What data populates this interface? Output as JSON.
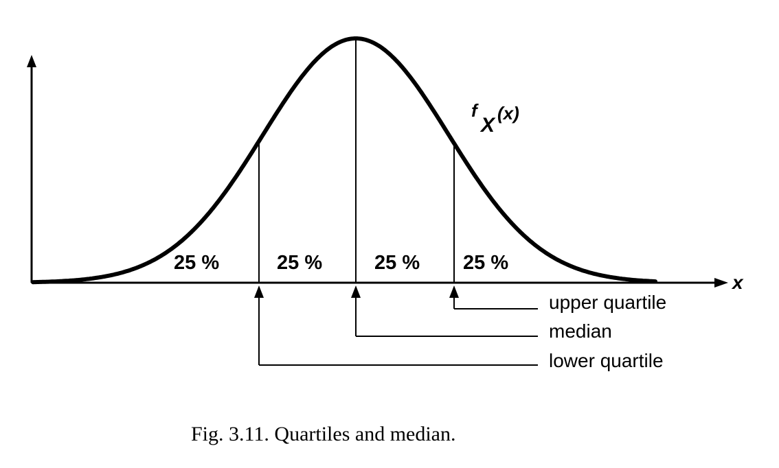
{
  "diagram": {
    "curve_label_f": "f",
    "curve_label_sub": "X",
    "curve_label_arg": "(x)",
    "x_axis_label": "x",
    "regions": [
      "25 %",
      "25 %",
      "25 %",
      "25 %"
    ],
    "markers": {
      "upper": "upper quartile",
      "median": "median",
      "lower": "lower quartile"
    },
    "caption": "Fig. 3.11.  Quartiles and median."
  }
}
